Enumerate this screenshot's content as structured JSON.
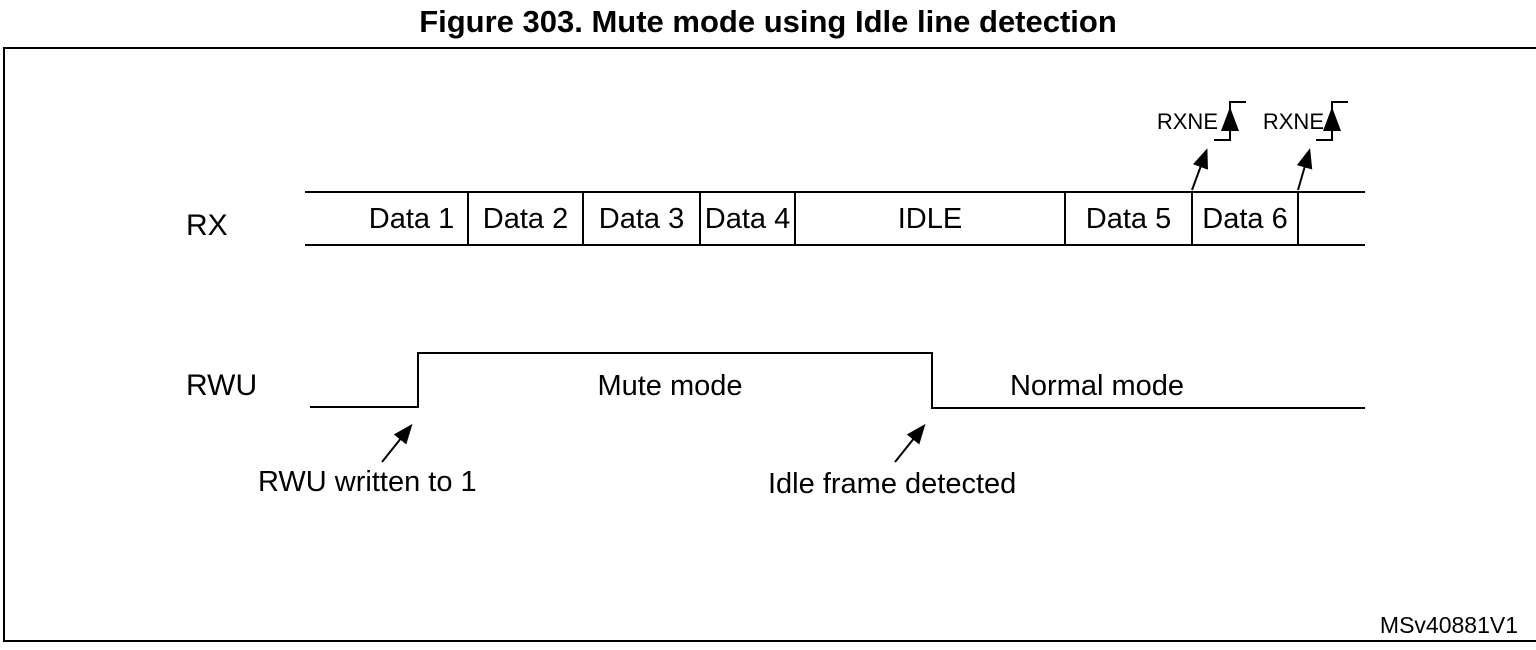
{
  "title": "Figure 303. Mute mode using Idle line detection",
  "watermark": "MSv40881V1",
  "rx": {
    "label": "RX",
    "boxes": [
      {
        "label": "Data 1"
      },
      {
        "label": "Data 2"
      },
      {
        "label": "Data 3"
      },
      {
        "label": "Data 4"
      },
      {
        "label": "IDLE"
      },
      {
        "label": "Data 5"
      },
      {
        "label": "Data 6"
      }
    ],
    "rxne_events": [
      {
        "label": "RXNE"
      },
      {
        "label": "RXNE"
      }
    ]
  },
  "rwu": {
    "label": "RWU",
    "high_label": "Mute mode",
    "after_label": "Normal mode",
    "rise_annotation": "RWU written to 1",
    "fall_annotation": "Idle frame detected"
  },
  "colors": {
    "line": "#000000",
    "background": "#ffffff",
    "text": "#000000"
  }
}
